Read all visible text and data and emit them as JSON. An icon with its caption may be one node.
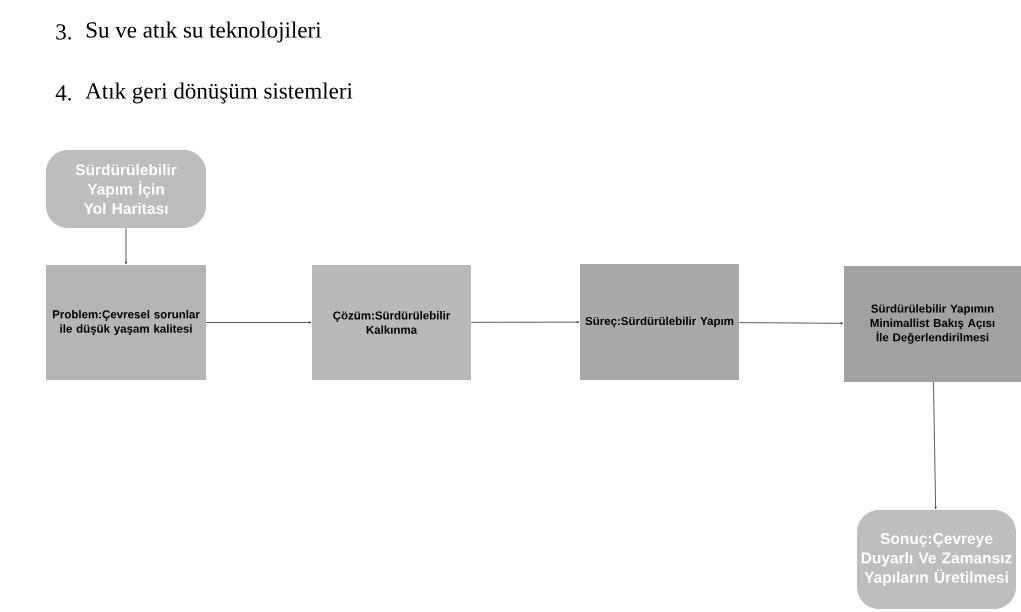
{
  "diagram": {
    "nodes": [
      {
        "text": [
          "Sürdürülebilir Yapım İçin Yol Haritası"
        ]
      },
      {
        "text": [
          "Problem:Çevresel sorunlar ile düşük yaşam kalitesi"
        ]
      },
      {
        "text": [
          "Çözüm:Sürdürülebilir Kalkınma"
        ]
      },
      {
        "text": [
          "Süreç:Sürdürülebilir Yapım"
        ]
      },
      {
        "text": [
          "Sürdürülebilir Yapımın Minimallist Bakış Açısı İle Değerlendirilmesi"
        ]
      },
      {
        "text": [
          "Sonuç:Çevreye Duyarlı Ve Zamansız Yapıların Üretilmesi"
        ]
      }
    ],
    "edges": [
      {
        "from": 0,
        "to": 1,
        "arrow": "to"
      },
      {
        "from": 1,
        "to": 2,
        "arrow": "to"
      },
      {
        "from": 2,
        "to": 3,
        "arrow": "to"
      },
      {
        "from": 3,
        "to": 4,
        "arrow": "to"
      },
      {
        "from": 4,
        "to": 5,
        "arrow": "to"
      }
    ],
    "labels": [
      "3.",
      "Su ve atık su teknolojileri",
      "4.",
      "Atık geri dönüşüm sistemleri"
    ]
  }
}
